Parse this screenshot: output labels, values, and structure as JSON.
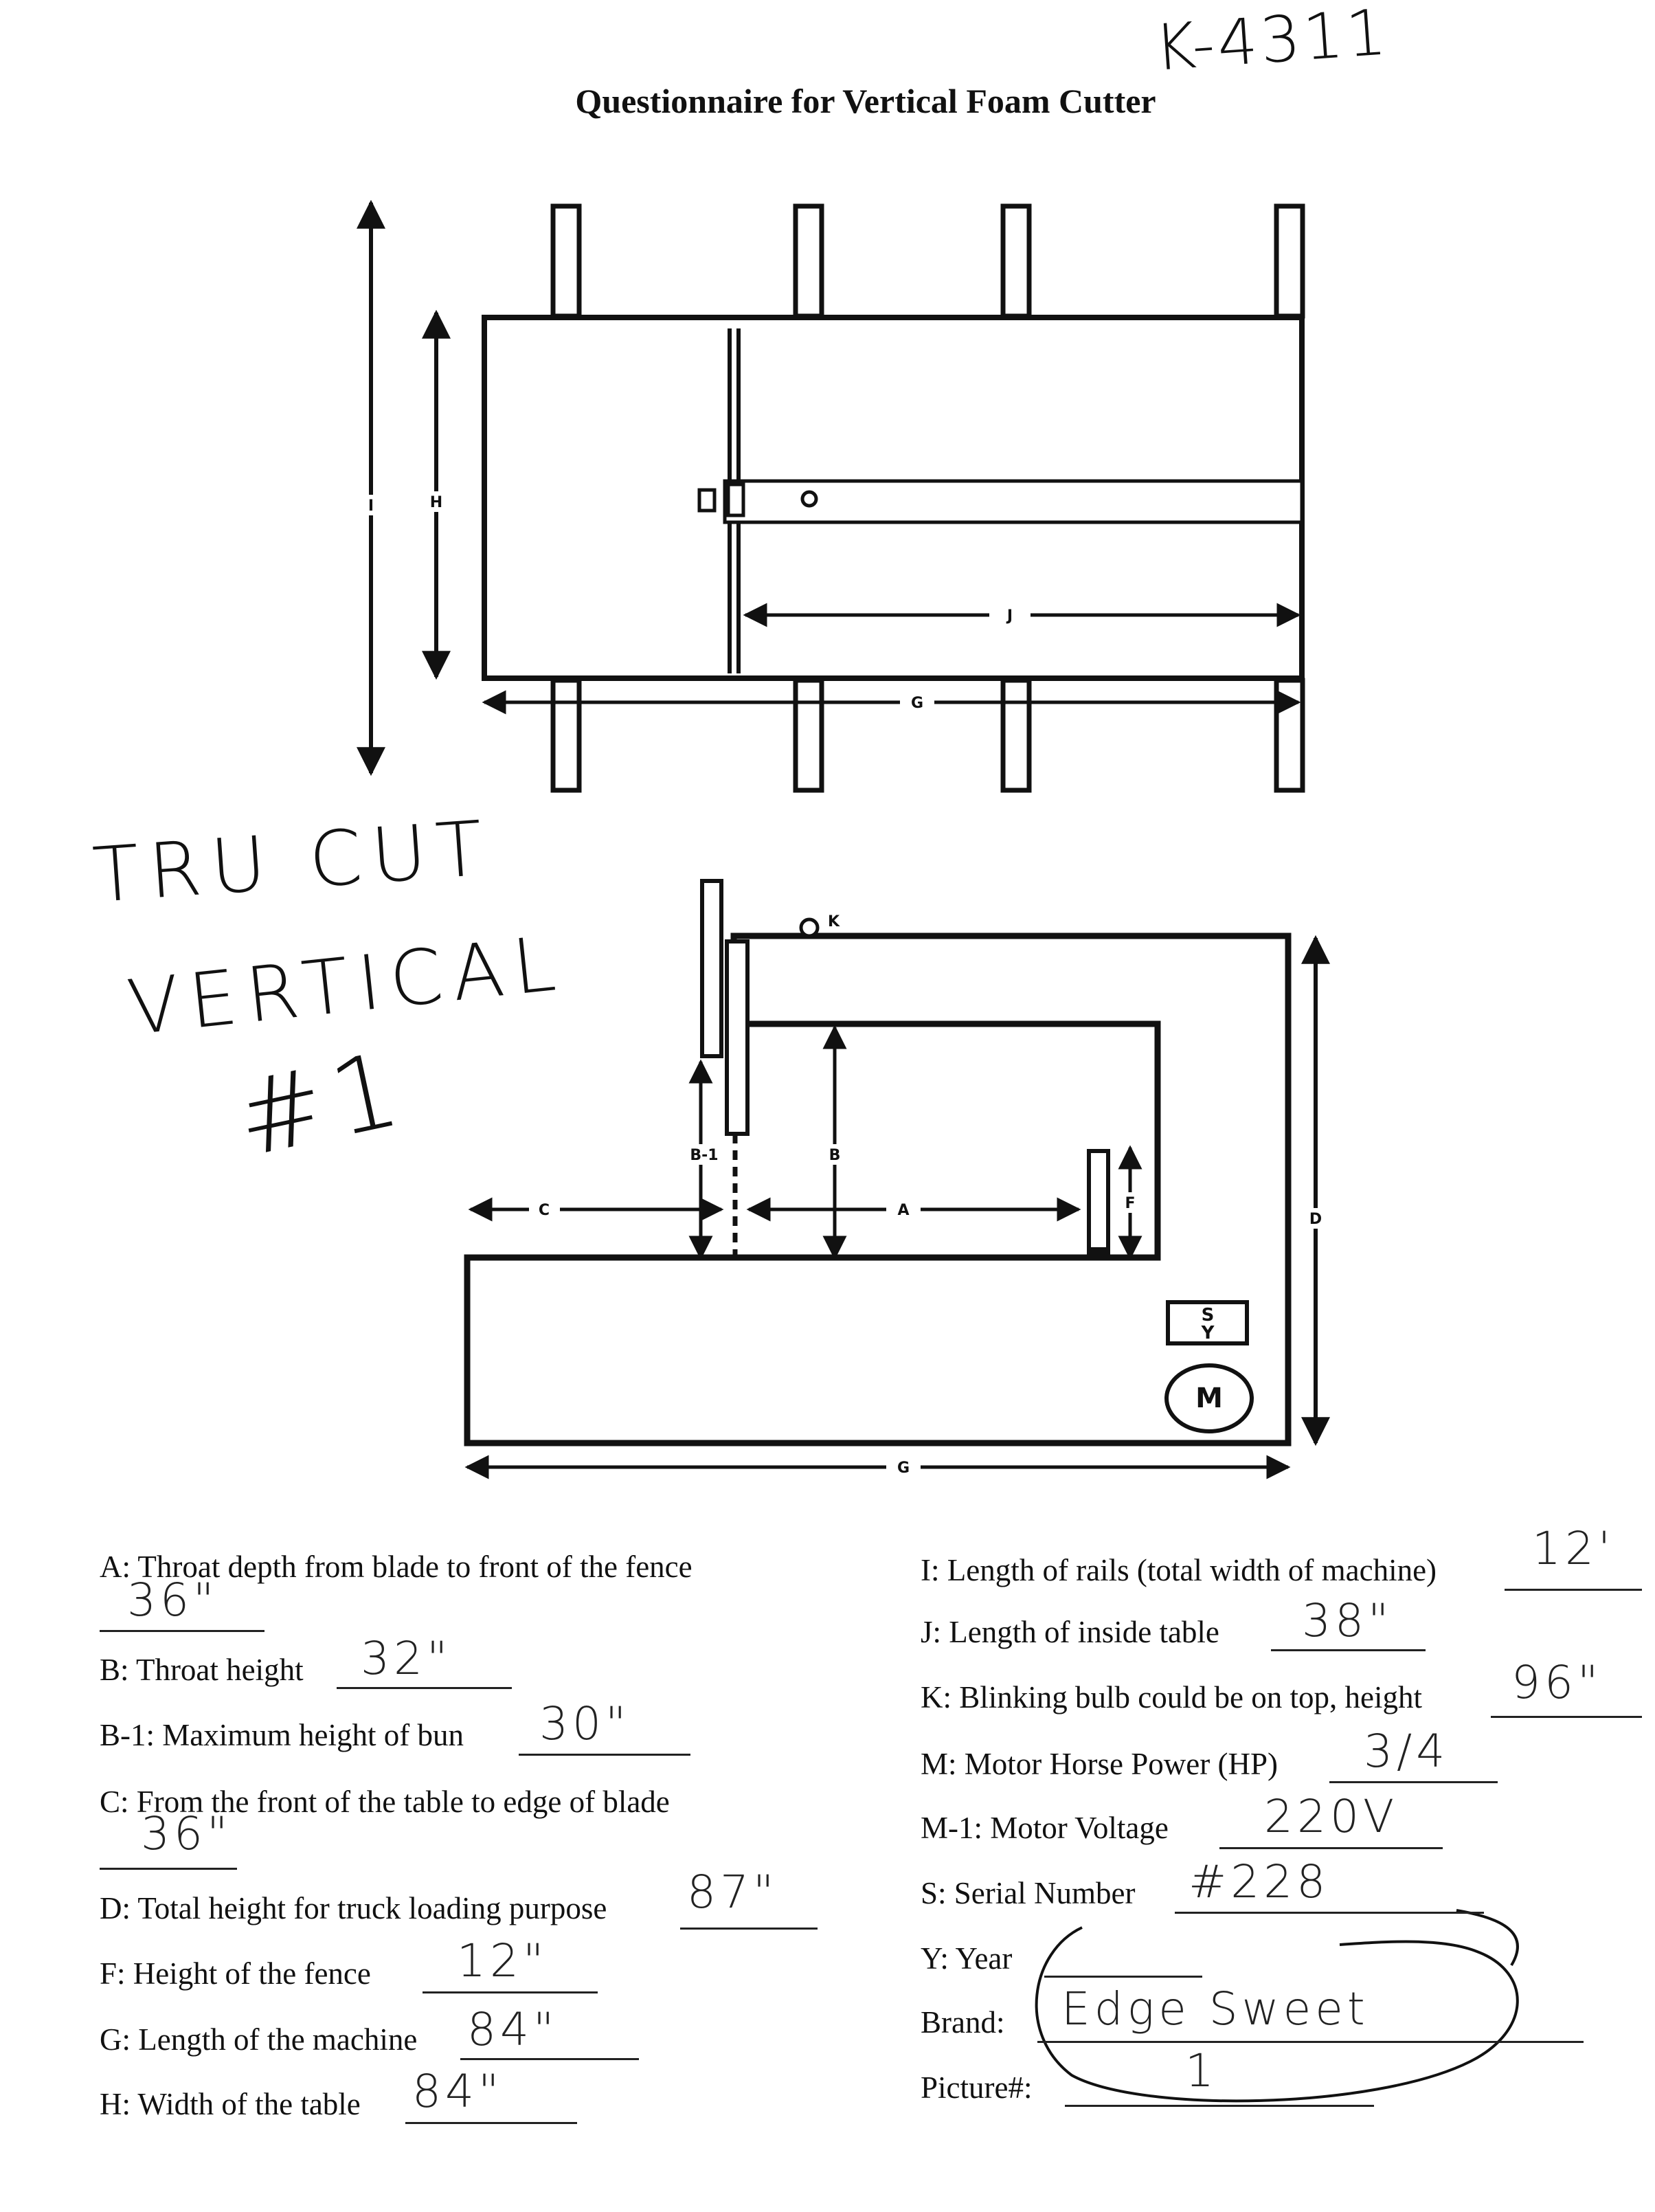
{
  "document": {
    "title": "Questionnaire for Vertical Foam Cutter",
    "handwritten_code": "K-4311",
    "handwritten_note": {
      "line1": "TRU CUT",
      "line2": "VERTICAL",
      "line3": "#1"
    }
  },
  "top_view_labels": {
    "I": "I",
    "H": "H",
    "J": "J",
    "G": "G",
    "O": "O"
  },
  "side_view_labels": {
    "K": "K",
    "B1": "B-1",
    "B": "B",
    "C": "C",
    "A": "A",
    "F": "F",
    "D": "D",
    "G": "G",
    "S": "S",
    "Y": "Y",
    "M": "M"
  },
  "questions_left": [
    {
      "label": "A:  Throat depth from blade to front of the fence",
      "answer": "36\""
    },
    {
      "label": "B:  Throat height",
      "answer": "32\""
    },
    {
      "label": "B-1:  Maximum height of bun",
      "answer": "30\""
    },
    {
      "label": "C:  From the front of the table to edge of blade",
      "answer": "36\""
    },
    {
      "label": "D:  Total height for truck loading purpose",
      "answer": "87\""
    },
    {
      "label": "F:  Height of the fence",
      "answer": "12\""
    },
    {
      "label": "G:  Length of the machine",
      "answer": "84\""
    },
    {
      "label": "H:  Width of the table",
      "answer": "84\""
    }
  ],
  "questions_right": [
    {
      "label": "I:  Length of rails (total width of machine)",
      "answer": "12'"
    },
    {
      "label": "J:  Length of inside table",
      "answer": "38\""
    },
    {
      "label": "K:  Blinking bulb could be on top, height",
      "answer": "96\""
    },
    {
      "label": "M:  Motor Horse Power (HP)",
      "answer": "3/4"
    },
    {
      "label": "M-1:  Motor Voltage",
      "answer": "220V"
    },
    {
      "label": "S:  Serial Number",
      "answer": "#228"
    },
    {
      "label": "Y:  Year",
      "answer": ""
    },
    {
      "label": "Brand:",
      "answer": "Edge Sweet"
    },
    {
      "label": "Picture#:",
      "answer": "1"
    }
  ]
}
